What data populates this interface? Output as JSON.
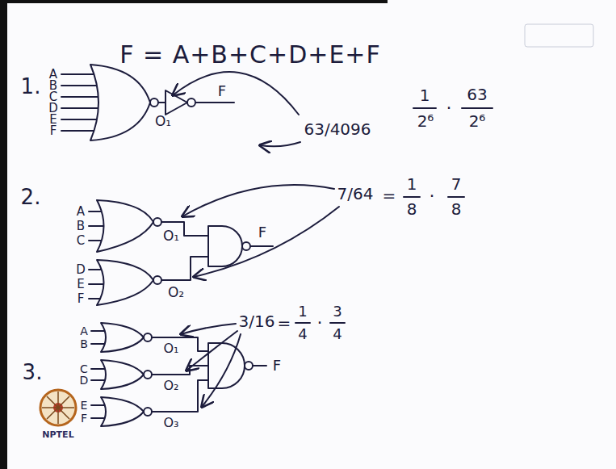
{
  "diagram": {
    "title": "F = A+B+C+D+E+F",
    "labels": [
      "1.",
      "A",
      "B",
      "C",
      "D",
      "E",
      "F",
      "O₁",
      "F",
      "63/4096",
      "1",
      "2⁶",
      "·",
      "63",
      "2⁶",
      "2.",
      "A",
      "B",
      "C",
      "D",
      "E",
      "F",
      "O₁",
      "O₂",
      "F",
      "7/64",
      "=",
      "1",
      "8",
      "·",
      "7",
      "8",
      "3.",
      "A",
      "B",
      "C",
      "D",
      "E",
      "F",
      "O₁",
      "O₂",
      "O₃",
      "F",
      "3/16",
      "=",
      "1",
      "4",
      "·",
      "3",
      "4",
      "NPTEL"
    ]
  }
}
